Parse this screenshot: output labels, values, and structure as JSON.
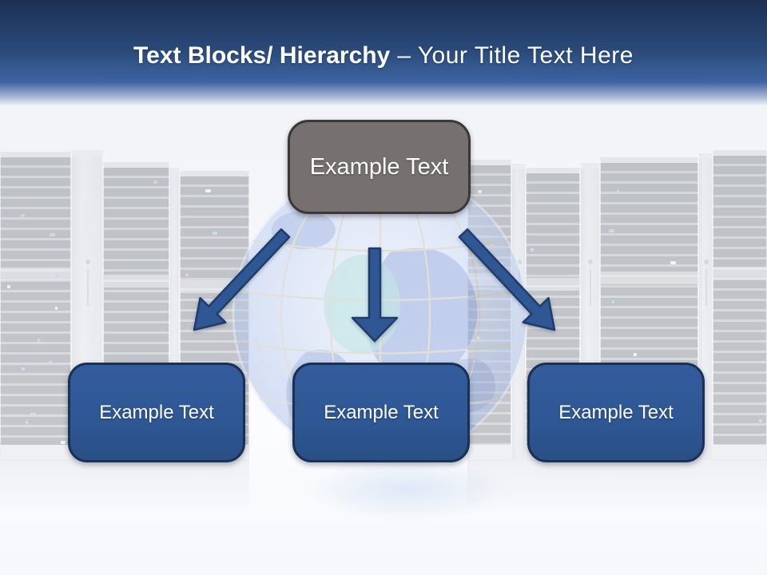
{
  "slide": {
    "title": {
      "bold": "Text Blocks/ Hierarchy",
      "regular": "– Your Title Text Here"
    },
    "hierarchy": {
      "root": {
        "label": "Example Text"
      },
      "children": [
        {
          "label": "Example Text"
        },
        {
          "label": "Example Text"
        },
        {
          "label": "Example Text"
        }
      ]
    },
    "colors": {
      "header_dark": "#1C3053",
      "header_mid": "#3E64A2",
      "accent_blue": "#2E5794",
      "accent_blue_border": "#1F3C6B",
      "gray_box": "#767070",
      "gray_box_border": "#3A3838",
      "text_white": "#FFFFFF"
    }
  }
}
